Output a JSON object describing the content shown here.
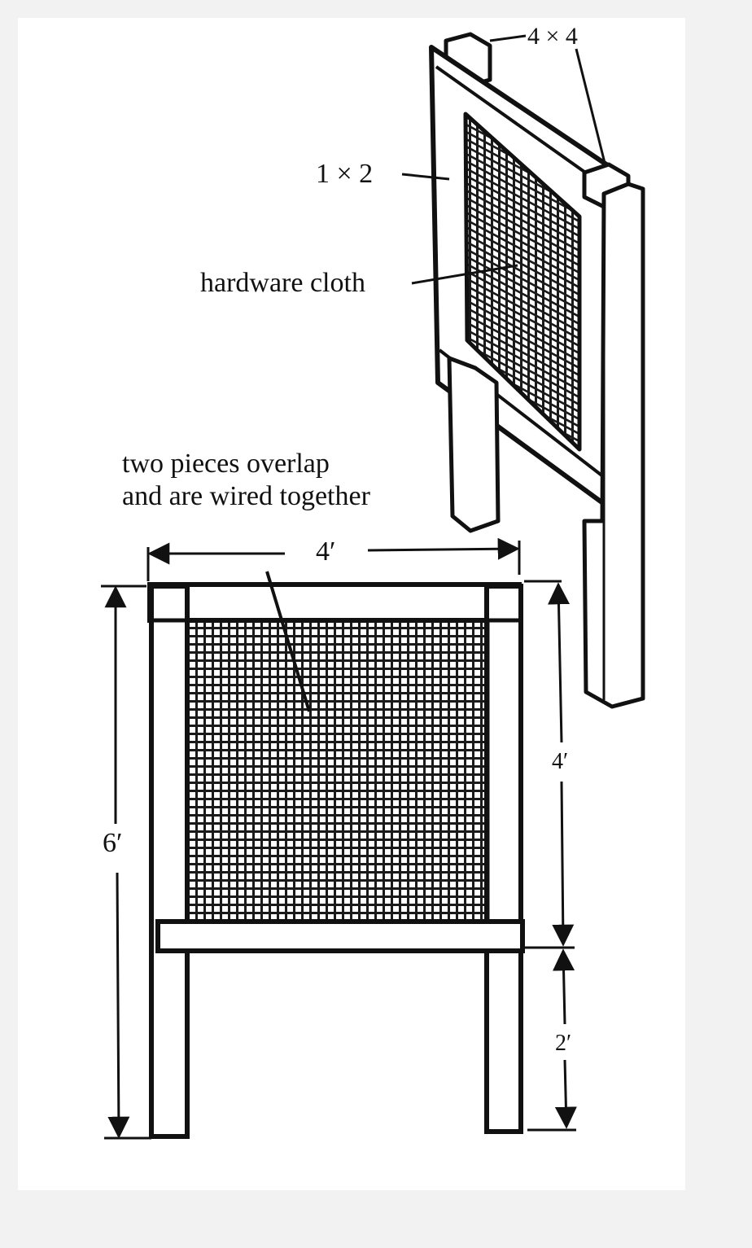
{
  "labels": {
    "post_size": "4 × 4",
    "frame_size": "1 × 2",
    "hardware_cloth": "hardware cloth",
    "overlap_line1": "two pieces overlap",
    "overlap_line2": "and are wired together",
    "width_dim": "4′",
    "total_height_dim": "6′",
    "upper_height_dim": "4′",
    "leg_height_dim": "2′"
  },
  "colors": {
    "ink": "#111111",
    "paper": "#ffffff",
    "scan_bg": "#f2f2f2",
    "faded_ink": "#777777"
  }
}
